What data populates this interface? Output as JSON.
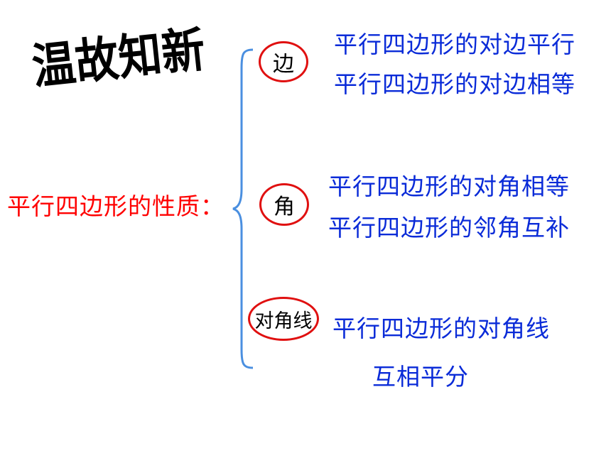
{
  "title": "温故知新",
  "main_label": "平行四边形的性质：",
  "categories": {
    "edge": "边",
    "angle": "角",
    "diagonal": "对角线"
  },
  "properties": {
    "edge": [
      "平行四边形的对边平行",
      "平行四边形的对边相等"
    ],
    "angle": [
      "平行四边形的对角相等",
      "平行四边形的邻角互补"
    ],
    "diagonal": [
      "平行四边形的对角线",
      "互相平分"
    ]
  },
  "colors": {
    "property_text": "#0a2bd8",
    "main_label": "#ff0000",
    "circle_border": "#e01010",
    "brace": "#4a8fe0"
  }
}
